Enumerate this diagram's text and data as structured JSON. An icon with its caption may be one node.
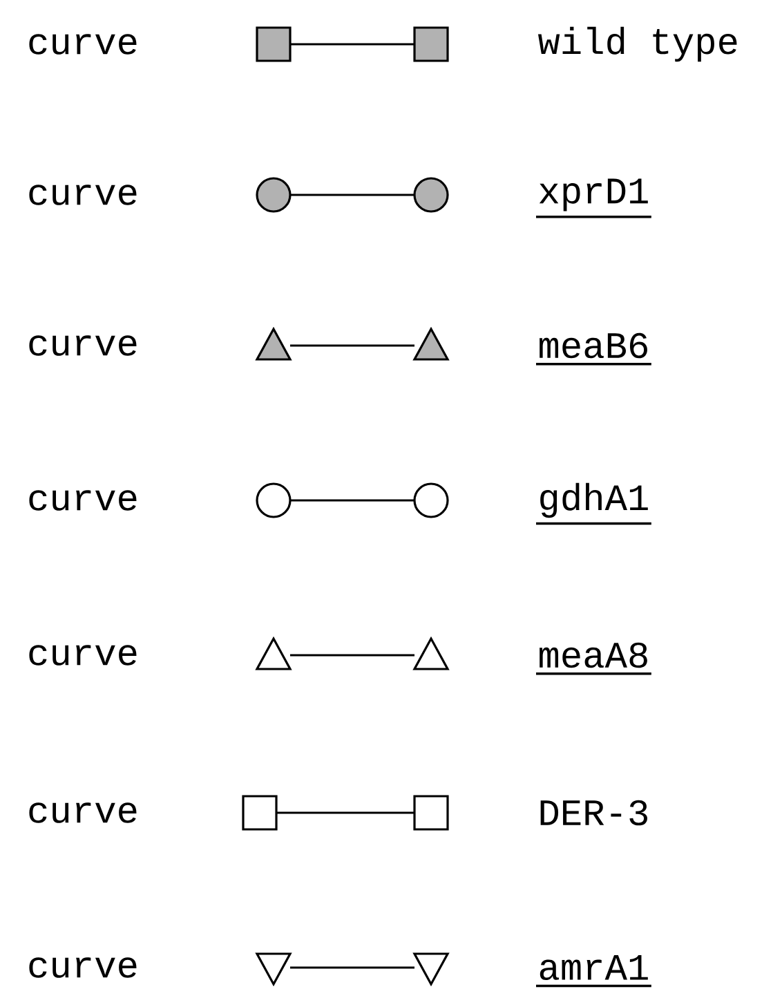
{
  "diagram": {
    "labels": [
      "curve",
      "curve",
      "curve",
      "curve",
      "curve",
      "curve",
      "curve"
    ],
    "legend": [
      {
        "text": "wild type"
      },
      {
        "text": "xprD1"
      },
      {
        "text": "meaB6"
      },
      {
        "text": "gdhA1"
      },
      {
        "text": "meaA8"
      },
      {
        "text": "DER-3"
      },
      {
        "text": "amrA1"
      }
    ]
  }
}
